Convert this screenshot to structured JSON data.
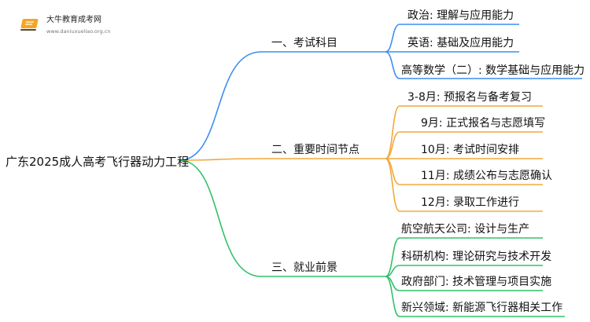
{
  "logo": {
    "title": "大牛教育成考网",
    "url": "www.daniuxueliao.org.cn",
    "colors": {
      "orange": "#f5a524",
      "dark": "#5a4636"
    }
  },
  "root": {
    "label": "广东2025成人高考飞行器动力工程"
  },
  "branches": [
    {
      "label": "一、考试科目",
      "color": "#3d8ef0",
      "children": [
        {
          "label": "政治: 理解与应用能力"
        },
        {
          "label": "英语: 基础及应用能力"
        },
        {
          "label": "高等数学（二）: 数学基础与应用能力"
        }
      ]
    },
    {
      "label": "二、重要时间节点",
      "color": "#f2a93b",
      "children": [
        {
          "label": "3-8月: 预报名与备考复习"
        },
        {
          "label": "9月: 正式报名与志愿填写"
        },
        {
          "label": "10月: 考试时间安排"
        },
        {
          "label": "11月: 成绩公布与志愿确认"
        },
        {
          "label": "12月: 录取工作进行"
        }
      ]
    },
    {
      "label": "三、就业前景",
      "color": "#32c06a",
      "children": [
        {
          "label": "航空航天公司: 设计与生产"
        },
        {
          "label": "科研机构: 理论研究与技术开发"
        },
        {
          "label": "政府部门: 技术管理与项目实施"
        },
        {
          "label": "新兴领域: 新能源飞行器相关工作"
        }
      ]
    }
  ]
}
